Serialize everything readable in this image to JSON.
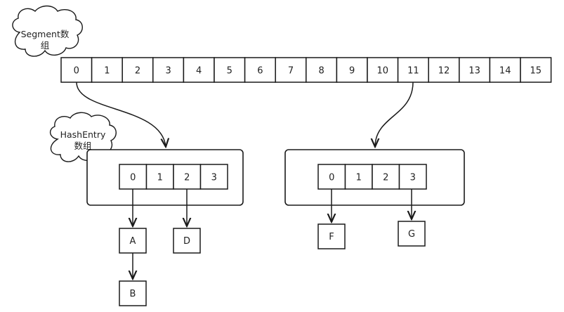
{
  "segment_array": {
    "label_line1": "Segment数",
    "label_line2": "组",
    "cells": [
      "0",
      "1",
      "2",
      "3",
      "4",
      "5",
      "6",
      "7",
      "8",
      "9",
      "10",
      "11",
      "12",
      "13",
      "14",
      "15"
    ]
  },
  "hashentry_left": {
    "label_line1": "HashEntry",
    "label_line2": "数组",
    "cells": [
      "0",
      "1",
      "2",
      "3"
    ]
  },
  "hashentry_right": {
    "cells": [
      "0",
      "1",
      "2",
      "3"
    ]
  },
  "nodes": {
    "a": "A",
    "b": "B",
    "d": "D",
    "f": "F",
    "g": "G"
  }
}
